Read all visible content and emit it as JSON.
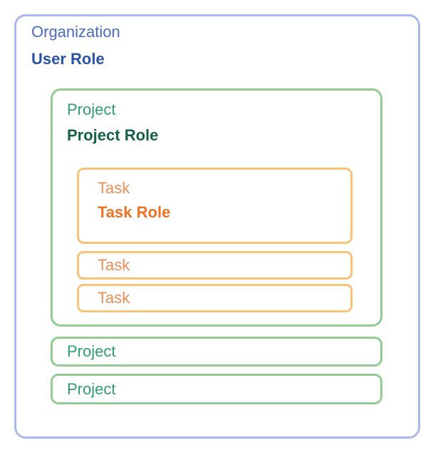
{
  "organization": {
    "label": "Organization",
    "role": "User Role"
  },
  "project_main": {
    "label": "Project",
    "role": "Project Role",
    "tasks": {
      "main": {
        "label": "Task",
        "role": "Task Role"
      },
      "second": {
        "label": "Task"
      },
      "third": {
        "label": "Task"
      }
    }
  },
  "project_second": {
    "label": "Project"
  },
  "project_third": {
    "label": "Project"
  },
  "colors": {
    "organization_border": "#a9b8ea",
    "organization_label_text": "#4a6cbe",
    "organization_role_text": "#2853a8",
    "project_border": "#92cc94",
    "project_label_text": "#2f9d6f",
    "project_role_text": "#16604a",
    "task_border": "#f9c276",
    "task_label_text": "#ef8d55",
    "task_role_text": "#ef7122",
    "background": "#ffffff"
  }
}
